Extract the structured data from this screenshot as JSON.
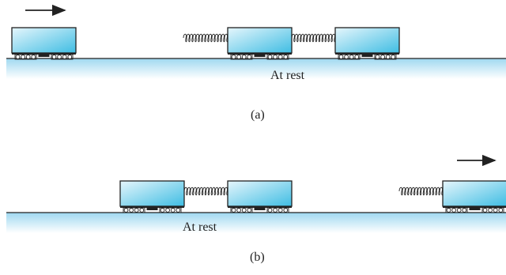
{
  "panel_a": {
    "rest_label": "At rest",
    "caption": "(a)"
  },
  "panel_b": {
    "rest_label": "At rest",
    "caption": "(b)"
  },
  "colors": {
    "car_light": "#e6f6fc",
    "car_dark": "#3fbde3",
    "ground_top": "#9fd8f0",
    "ground_fade": "#ffffff",
    "line": "#222222"
  }
}
